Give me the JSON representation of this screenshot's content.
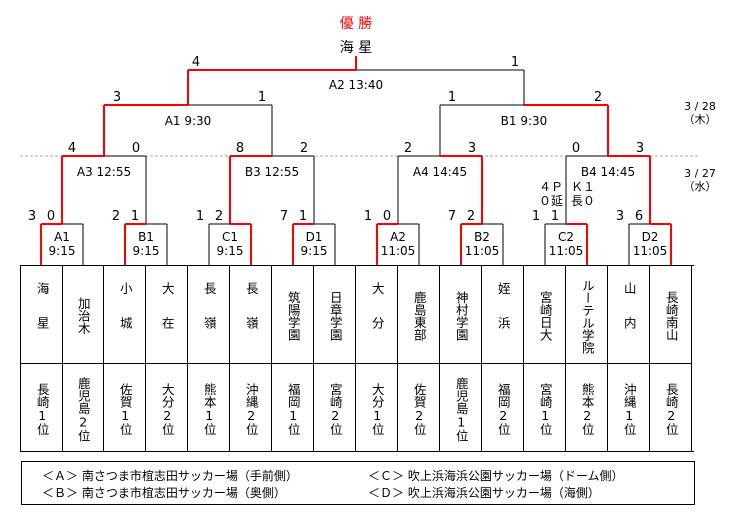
{
  "title": "優 勝",
  "champion": "海 星",
  "dates": {
    "upper_date": "3 / 28",
    "upper_day": "（木）",
    "lower_date": "3 / 27",
    "lower_day": "（水）"
  },
  "matches": {
    "final": {
      "label": "A2 13:40",
      "left_score": "4",
      "right_score": "1"
    },
    "A1": {
      "label": "A1 9:30",
      "left_score": "3",
      "right_score": "1"
    },
    "B1": {
      "label": "B1 9:30",
      "left_score": "1",
      "right_score": "2"
    },
    "A3": {
      "label": "A3 12:55",
      "left_score": "4",
      "right_score": "0"
    },
    "B3": {
      "label": "B3 12:55",
      "left_score": "8",
      "right_score": "2"
    },
    "A4": {
      "label": "A4 14:45",
      "left_score": "2",
      "right_score": "3"
    },
    "B4": {
      "label": "B4 14:45",
      "left_score": "0",
      "right_score": "3",
      "pk_left_1": "４Ｐ",
      "pk_left_2": "０延",
      "pk_right_1": "Ｋ１",
      "pk_right_2": "長０"
    },
    "r1": [
      {
        "code": "A1",
        "time": "9:15",
        "left_score": "3",
        "right_score": "0"
      },
      {
        "code": "B1",
        "time": "9:15",
        "left_score": "2",
        "right_score": "1"
      },
      {
        "code": "C1",
        "time": "9:15",
        "left_score": "1",
        "right_score": "2"
      },
      {
        "code": "D1",
        "time": "9:15",
        "left_score": "7",
        "right_score": "1"
      },
      {
        "code": "A2",
        "time": "11:05",
        "left_score": "1",
        "right_score": "0"
      },
      {
        "code": "B2",
        "time": "11:05",
        "left_score": "7",
        "right_score": "2"
      },
      {
        "code": "C2",
        "time": "11:05",
        "left_score": "1",
        "right_score": "1"
      },
      {
        "code": "D2",
        "time": "11:05",
        "left_score": "3",
        "right_score": "6"
      }
    ]
  },
  "teams": [
    {
      "name": "海星",
      "pref": "長崎1位"
    },
    {
      "name": "加治木",
      "pref": "鹿児島2位"
    },
    {
      "name": "小城",
      "pref": "佐賀1位"
    },
    {
      "name": "大在",
      "pref": "大分2位"
    },
    {
      "name": "長嶺",
      "pref": "熊本1位"
    },
    {
      "name": "長嶺",
      "pref": "沖縄2位"
    },
    {
      "name": "筑陽学園",
      "pref": "福岡1位"
    },
    {
      "name": "日章学園",
      "pref": "宮崎2位"
    },
    {
      "name": "大分",
      "pref": "大分1位"
    },
    {
      "name": "鹿島東部",
      "pref": "佐賀2位"
    },
    {
      "name": "神村学園",
      "pref": "鹿児島1位"
    },
    {
      "name": "姪浜",
      "pref": "福岡2位"
    },
    {
      "name": "宮崎日大",
      "pref": "宮崎1位"
    },
    {
      "name": "ルーテル学院",
      "pref": "熊本2位"
    },
    {
      "name": "山内",
      "pref": "沖縄1位"
    },
    {
      "name": "長崎南山",
      "pref": "長崎2位"
    }
  ],
  "legend": {
    "a": "＜Ａ＞ 南さつま市椬志田サッカー場（手前側）",
    "b": "＜Ｂ＞ 南さつま市椬志田サッカー場（奥側）",
    "c": "＜Ｃ＞ 吹上浜海浜公園サッカー場（ドーム側）",
    "d": "＜Ｄ＞ 吹上浜海浜公園サッカー場（海側）"
  },
  "colors": {
    "winner_line": "#ff0000",
    "loser_line": "#000000",
    "title": "#ff0000"
  }
}
